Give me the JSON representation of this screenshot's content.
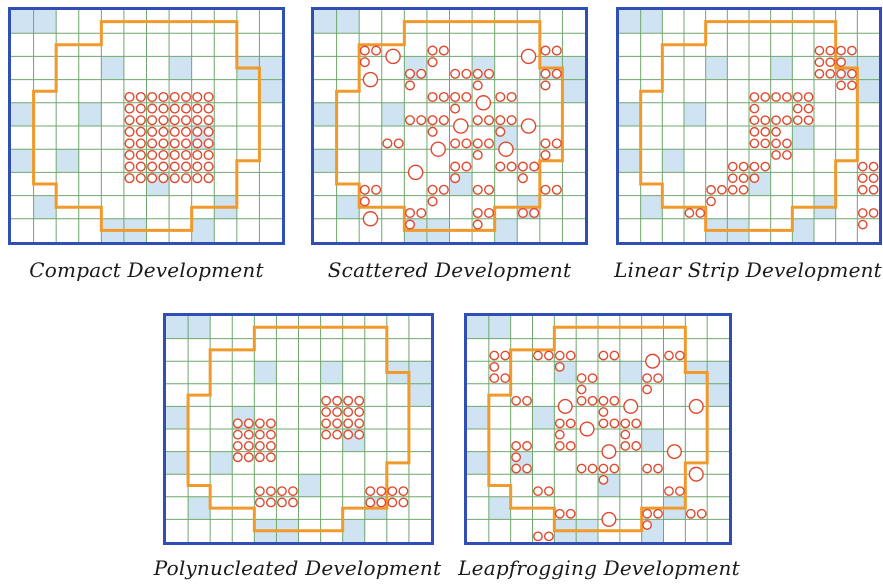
{
  "colors": {
    "frame": "#2f4fb7",
    "grid": "#6fa86a",
    "boundary": "#ef9a2a",
    "shade": "#cfe3f2",
    "dot": "#e0492f"
  },
  "panels": [
    {
      "id": "compact",
      "caption": "Compact Development"
    },
    {
      "id": "scattered",
      "caption": "Scattered Development"
    },
    {
      "id": "linear",
      "caption": "Linear Strip Development"
    },
    {
      "id": "polynucleated",
      "caption": "Polynucleated Development"
    },
    {
      "id": "leapfrog",
      "caption": "Leapfrogging Development"
    }
  ]
}
